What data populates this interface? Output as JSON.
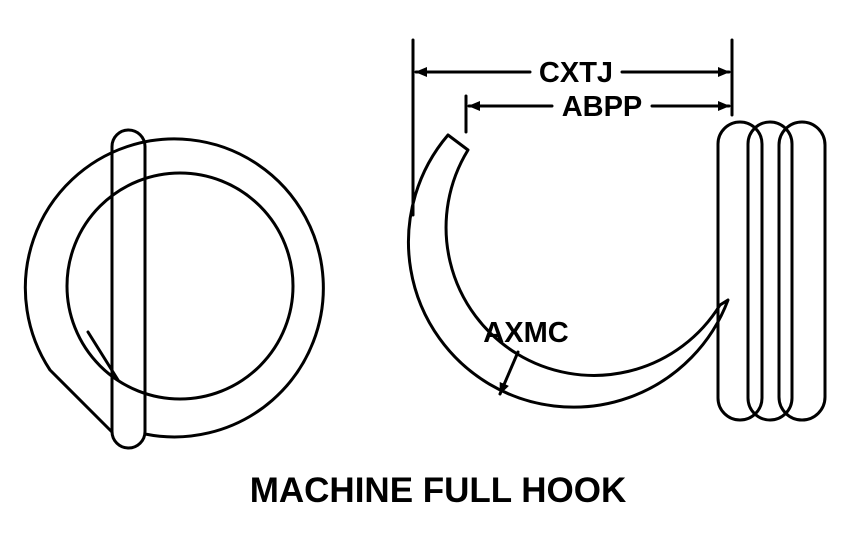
{
  "diagram": {
    "title": "MACHINE FULL HOOK",
    "dimensions": {
      "outer_span": "CXTJ",
      "inner_span": "ABPP",
      "wire_diameter": "AXMC"
    },
    "colors": {
      "line": "#000000",
      "background": "#ffffff"
    }
  }
}
